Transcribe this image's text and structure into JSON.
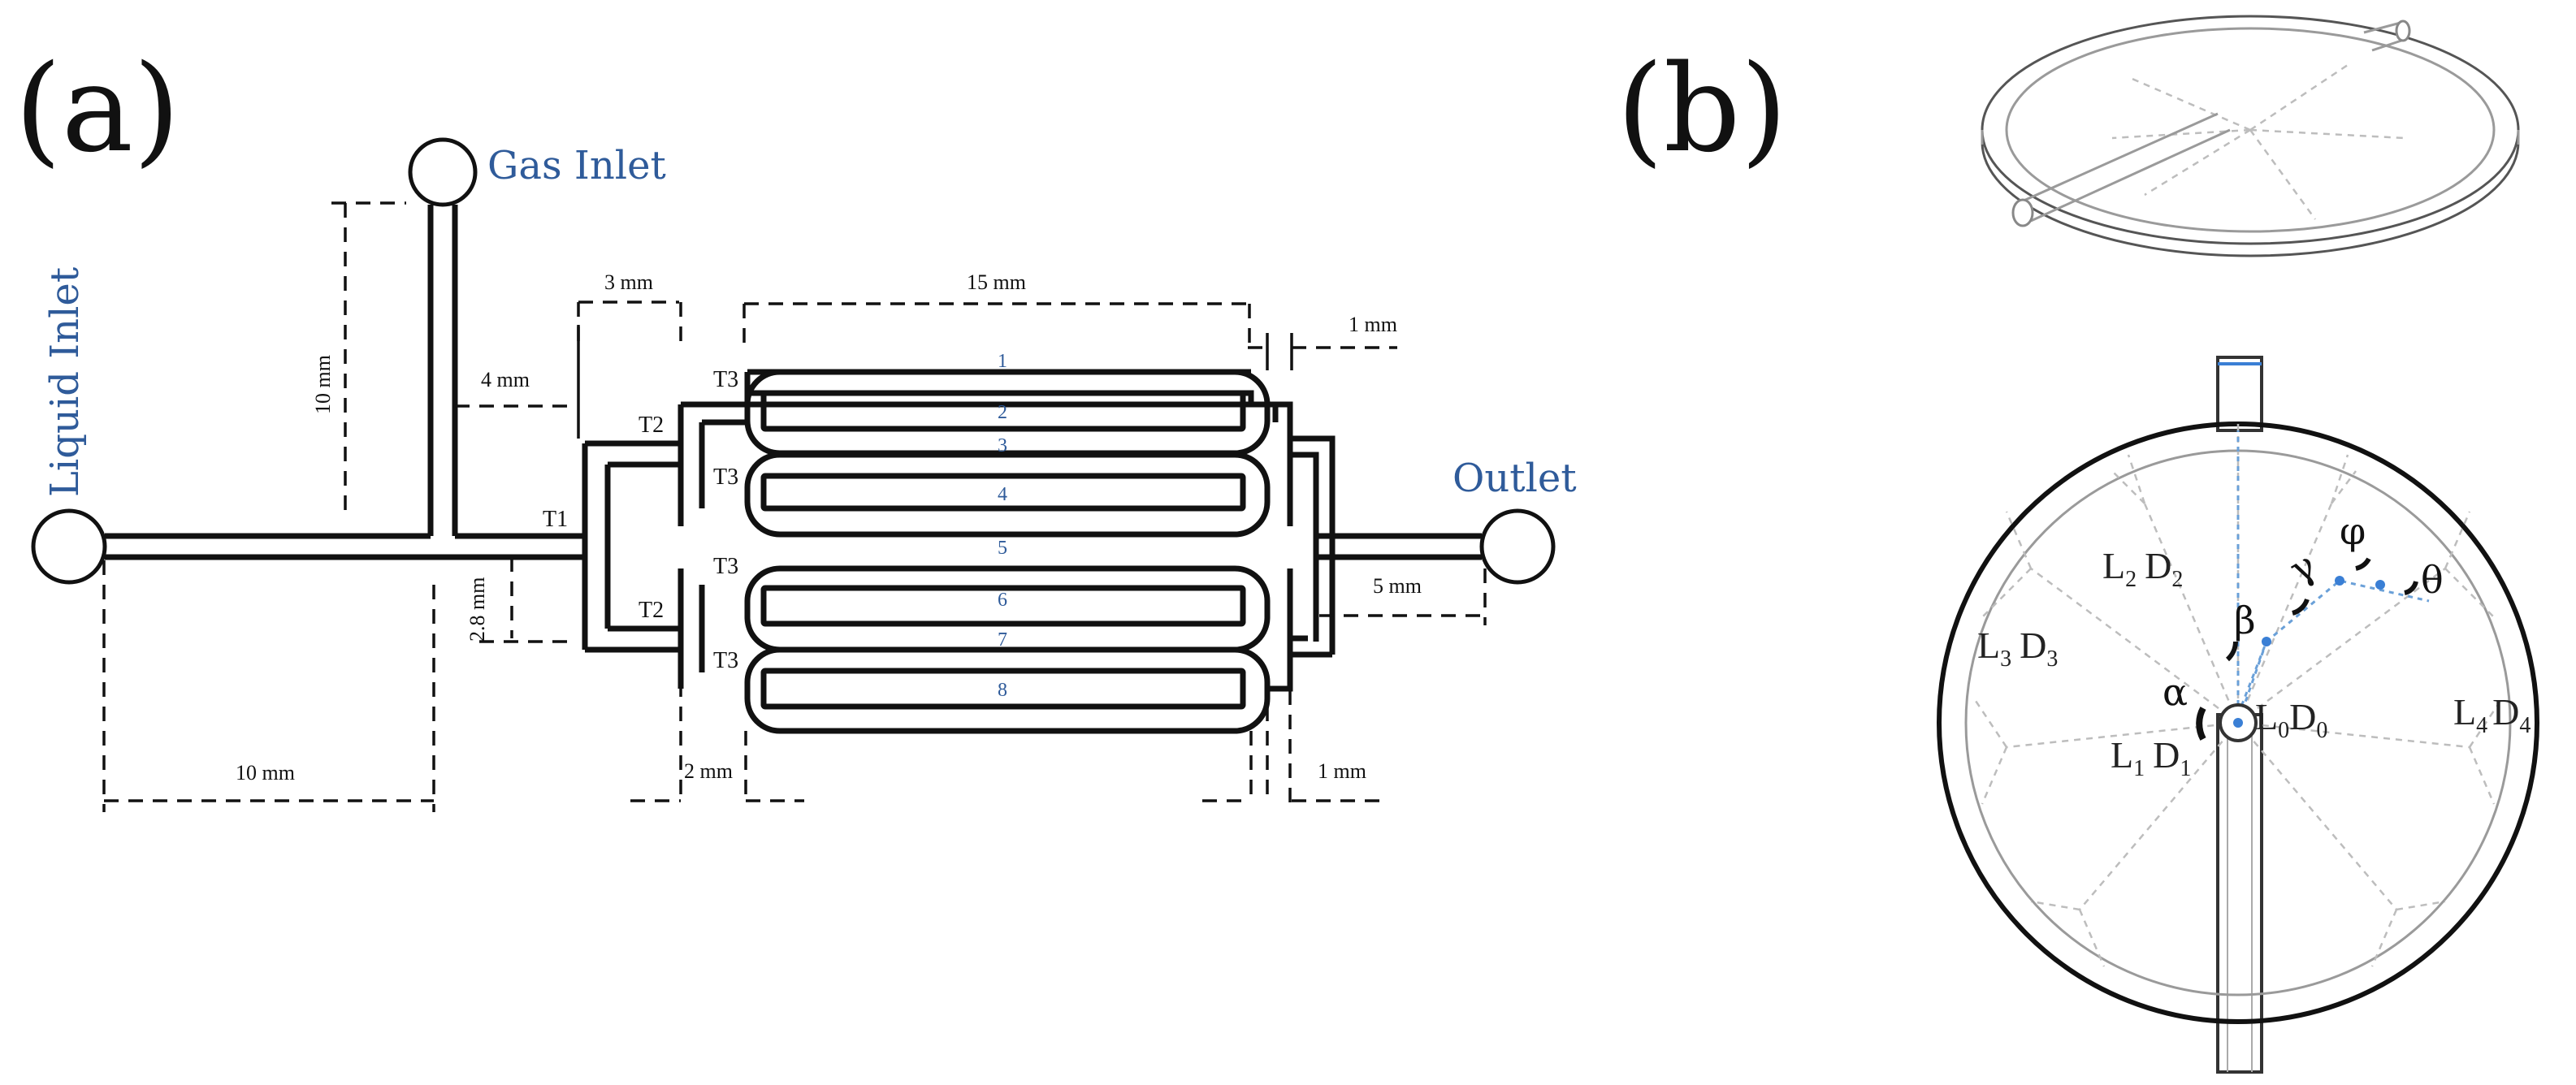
{
  "panel_a": {
    "label": "(a)",
    "inlets": {
      "gas": "Gas Inlet",
      "liquid": "Liquid Inlet",
      "outlet": "Outlet"
    },
    "dimensions": {
      "d_10mm_vertical": "10 mm",
      "d_4mm": "4 mm",
      "d_3mm": "3 mm",
      "d_15mm": "15 mm",
      "d_1mm_top": "1 mm",
      "d_2_8mm": "2.8 mm",
      "d_10mm_horizontal": "10 mm",
      "d_2mm": "2 mm",
      "d_1mm_bottom": "1 mm",
      "d_5mm": "5 mm"
    },
    "junctions": {
      "t1": "T1",
      "t2_top": "T2",
      "t2_bottom": "T2",
      "t3_1": "T3",
      "t3_2": "T3",
      "t3_3": "T3",
      "t3_4": "T3"
    },
    "channels": [
      "1",
      "2",
      "3",
      "4",
      "5",
      "6",
      "7",
      "8"
    ]
  },
  "panel_b": {
    "label": "(b)",
    "angles": {
      "alpha": "α",
      "beta": "β",
      "gamma": "γ",
      "phi": "φ",
      "theta": "θ"
    },
    "segments": {
      "l0d0": {
        "L": "L",
        "Lsub": "0",
        "D": "D",
        "Dsub": "0"
      },
      "l1d1": {
        "L": "L",
        "Lsub": "1",
        "D": "D",
        "Dsub": "1"
      },
      "l2d2": {
        "L": "L",
        "Lsub": "2",
        "D": "D",
        "Dsub": "2"
      },
      "l3d3": {
        "L": "L",
        "Lsub": "3",
        "D": "D",
        "Dsub": "3"
      },
      "l4d4": {
        "L": "L",
        "Lsub": "4",
        "D": "D",
        "Dsub": "4"
      }
    }
  }
}
